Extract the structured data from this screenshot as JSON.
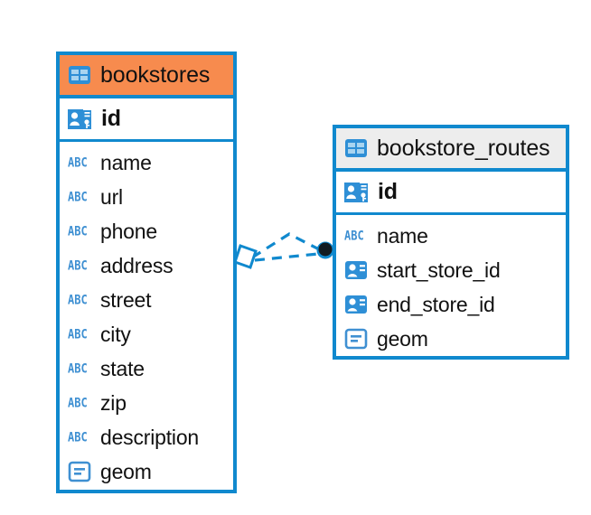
{
  "diagram": {
    "type": "entity-relationship-diagram",
    "background_color": "#ffffff",
    "accent_color": "#1089ce",
    "highlight_color": "#f78b4e",
    "relationship": {
      "name": "bookstores-to-bookstore-routes",
      "from_table": "bookstores",
      "to_table": "bookstore_routes",
      "line_style": "dashed",
      "line_color": "#1089ce",
      "source_marker": "open-diamond",
      "target_marker": "filled-circle"
    }
  },
  "tables": [
    {
      "name": "bookstores",
      "title": "bookstores",
      "header_style": "accent",
      "header_icon": "table-icon",
      "primary_key": {
        "label": "id",
        "icon": "primary-key-icon"
      },
      "fields": [
        {
          "label": "name",
          "icon": "text-field-icon"
        },
        {
          "label": "url",
          "icon": "text-field-icon"
        },
        {
          "label": "phone",
          "icon": "text-field-icon"
        },
        {
          "label": "address",
          "icon": "text-field-icon"
        },
        {
          "label": "street",
          "icon": "text-field-icon"
        },
        {
          "label": "city",
          "icon": "text-field-icon"
        },
        {
          "label": "state",
          "icon": "text-field-icon"
        },
        {
          "label": "zip",
          "icon": "text-field-icon"
        },
        {
          "label": "description",
          "icon": "text-field-icon"
        },
        {
          "label": "geom",
          "icon": "geometry-field-icon"
        }
      ]
    },
    {
      "name": "bookstore_routes",
      "title": "bookstore_routes",
      "header_style": "plain",
      "header_icon": "table-icon",
      "primary_key": {
        "label": "id",
        "icon": "primary-key-icon"
      },
      "fields": [
        {
          "label": "name",
          "icon": "text-field-icon"
        },
        {
          "label": "start_store_id",
          "icon": "foreign-key-icon"
        },
        {
          "label": "end_store_id",
          "icon": "foreign-key-icon"
        },
        {
          "label": "geom",
          "icon": "geometry-field-icon"
        }
      ]
    }
  ],
  "icon_labels": {
    "abc": "ABC"
  }
}
